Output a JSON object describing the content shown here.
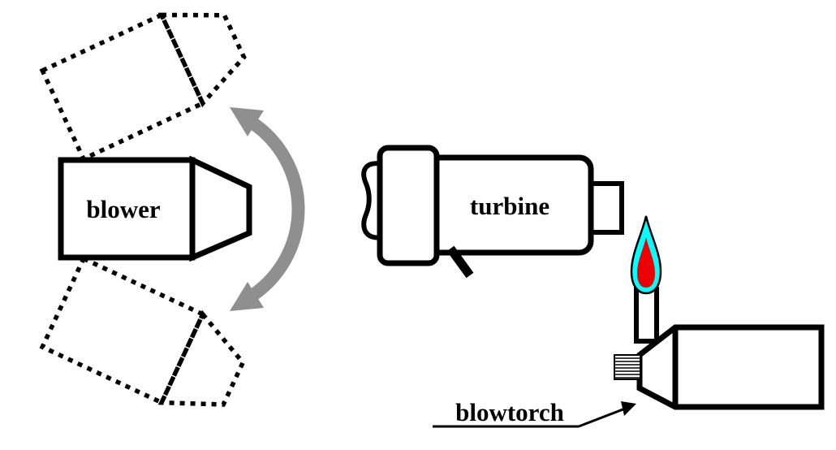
{
  "diagram": {
    "labels": {
      "blower": "blower",
      "turbine": "turbine",
      "blowtorch": "blowtorch"
    },
    "colors": {
      "background": "#ffffff",
      "outline": "#000000",
      "rotation_arrow": "#8f8f8f",
      "flame_outer": "#00ffff",
      "flame_core": "#ec0000"
    },
    "icons": {
      "rotation_arrow": "curved-double-headed-arrow",
      "flame": "torch-flame",
      "pointer": "label-pointer-arrow"
    }
  }
}
